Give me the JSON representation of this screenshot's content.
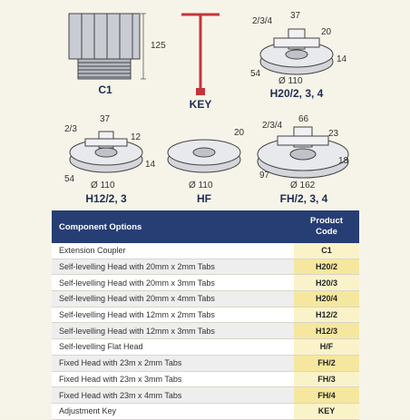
{
  "diagram": {
    "c1": {
      "label": "C1",
      "height_dim": "125"
    },
    "key": {
      "label": "KEY"
    },
    "h20": {
      "label": "H20/2, 3, 4",
      "dim_tab_sizes": "2/3/4",
      "dim_width": "37",
      "dim_tab": "20",
      "dim_height": "14",
      "dim_side": "54",
      "dim_dia": "Ø 110"
    },
    "h12": {
      "label": "H12/2, 3",
      "dim_tab_sizes": "2/3",
      "dim_width": "37",
      "dim_tab": "12",
      "dim_height": "14",
      "dim_side": "54",
      "dim_dia": "Ø 110"
    },
    "hf": {
      "label": "HF",
      "dim_height": "20",
      "dim_dia": "Ø 110"
    },
    "fh": {
      "label": "FH/2, 3, 4",
      "dim_tab_sizes": "2/3/4",
      "dim_width": "66",
      "dim_tab": "23",
      "dim_height": "18",
      "dim_side": "97",
      "dim_dia": "Ø 162"
    }
  },
  "table": {
    "header_option": "Component Options",
    "header_code": "Product Code",
    "rows": [
      {
        "option": "Extension Coupler",
        "code": "C1"
      },
      {
        "option": "Self-levelling Head with 20mm x 2mm Tabs",
        "code": "H20/2"
      },
      {
        "option": "Self-levelling Head with 20mm x 3mm Tabs",
        "code": "H20/3"
      },
      {
        "option": "Self-levelling Head with 20mm x 4mm Tabs",
        "code": "H20/4"
      },
      {
        "option": "Self-levelling Head with 12mm x 2mm Tabs",
        "code": "H12/2"
      },
      {
        "option": "Self-levelling Head with 12mm x 3mm Tabs",
        "code": "H12/3"
      },
      {
        "option": "Self-levelling Flat Head",
        "code": "H/F"
      },
      {
        "option": "Fixed Head with 23m x 2mm Tabs",
        "code": "FH/2"
      },
      {
        "option": "Fixed Head with 23m x 3mm Tabs",
        "code": "FH/3"
      },
      {
        "option": "Fixed Head with 23m x 4mm Tabs",
        "code": "FH/4"
      },
      {
        "option": "Adjustment Key",
        "code": "KEY"
      }
    ]
  }
}
